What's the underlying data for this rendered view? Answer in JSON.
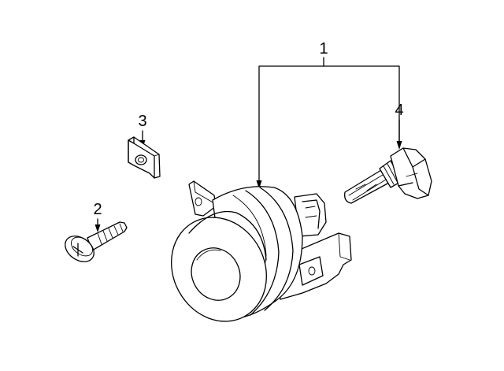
{
  "callouts": {
    "fog_lamp_assembly": "1",
    "screw": "2",
    "clip_nut": "3",
    "bulb": "4"
  }
}
